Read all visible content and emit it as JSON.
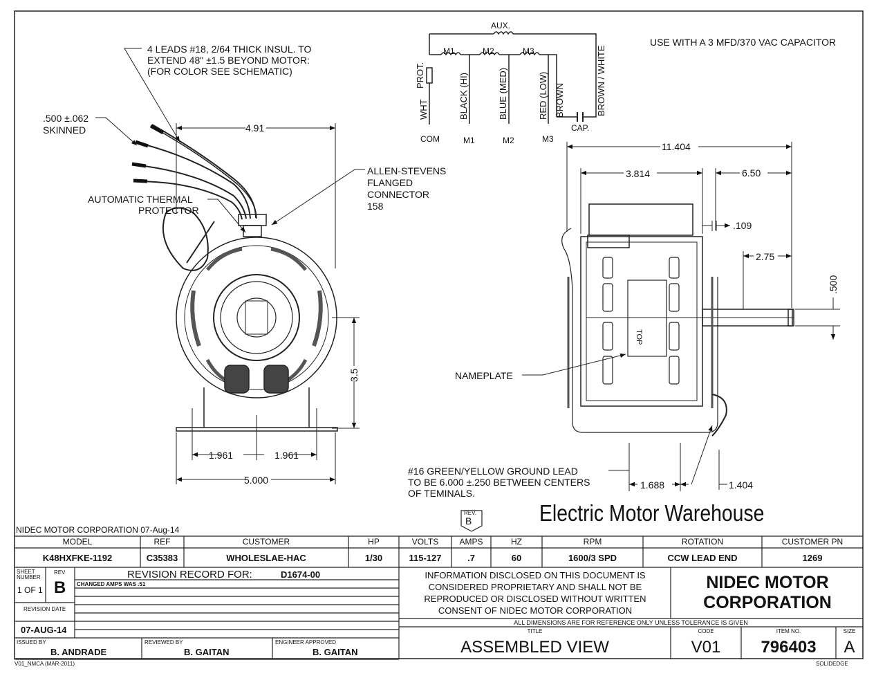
{
  "notes": {
    "leads": [
      "4 LEADS #18, 2/64 THICK INSUL. TO",
      "EXTEND 48\" ±1.5 BEYOND MOTOR:",
      "(FOR COLOR SEE SCHEMATIC)"
    ],
    "skinned": [
      ".500 ±.062",
      "SKINNED"
    ],
    "thermal": [
      "AUTOMATIC THERMAL",
      "PROTECTOR"
    ],
    "connector": [
      "ALLEN-STEVENS",
      "FLANGED",
      "CONNECTOR",
      "158"
    ],
    "capacitor": "USE WITH A 3 MFD/370 VAC CAPACITOR",
    "nameplate": "NAMEPLATE",
    "ground": [
      "#16  GREEN/YELLOW  GROUND  LEAD",
      "TO BE 6.000 ±.250 BETWEEN CENTERS",
      "OF TEMINALS."
    ],
    "top": "TOP"
  },
  "schematic": {
    "aux": "AUX.",
    "m1": "M1",
    "m2": "M2",
    "m3": "M3",
    "prot": "PROT.",
    "wht": "WHT",
    "black": "BLACK (HI)",
    "blue": "BLUE (MED)",
    "red": "RED (LOW)",
    "brown": "BROWN",
    "brown_white": "BROWN / WHITE",
    "cap": "CAP.",
    "com": "COM",
    "t_m1": "M1",
    "t_m2": "M2",
    "t_m3": "M3"
  },
  "dimensions": {
    "d491": "4.91",
    "d35": "3.5",
    "d1961a": "1.961",
    "d1961b": "1.961",
    "d5000": "5.000",
    "d11404": "11.404",
    "d3814": "3.814",
    "d650": "6.50",
    "d109": ".109",
    "d275": "2.75",
    "d500": ".500",
    "d1688": "1.688",
    "d1404": "1.404"
  },
  "brand": "Electric Motor Warehouse",
  "rev_badge": {
    "label": "REV.",
    "value": "B"
  },
  "title_block": {
    "date_line": "NIDEC MOTOR CORPORATION 07-Aug-14",
    "headers": [
      "MODEL",
      "REF",
      "CUSTOMER",
      "HP",
      "VOLTS",
      "AMPS",
      "HZ",
      "RPM",
      "ROTATION",
      "CUSTOMER PN"
    ],
    "values": [
      "K48HXFKE-1192",
      "C35383",
      "WHOLESLAE-HAC",
      "1/30",
      "115-127",
      ".7",
      "60",
      "1600/3 SPD",
      "CCW LEAD END",
      "1269"
    ],
    "sheet_label": "SHEET NUMBER",
    "sheet_value": "1 OF 1",
    "rev_label": "REV",
    "rev_value": "B",
    "revision_record": "REVISION RECORD FOR:",
    "revision_record_no": "D1674-00",
    "change_note": "CHANGED AMPS WAS .51",
    "revision_date_label": "REVISION DATE",
    "revision_date": "07-AUG-14",
    "issued_by_label": "ISSUED BY",
    "issued_by": "B. ANDRADE",
    "reviewed_by_label": "REVIEWED BY",
    "reviewed_by": "B. GAITAN",
    "engineer_label": "ENGINEER APPROVED",
    "engineer": "B. GAITAN",
    "disclaimer": "INFORMATION DISCLOSED ON THIS DOCUMENT IS CONSIDERED PROPRIETARY AND SHALL NOT BE REPRODUCED OR DISCLOSED WITHOUT WRITTEN CONSENT OF NIDEC MOTOR CORPORATION",
    "company": "NIDEC MOTOR CORPORATION",
    "reference_note": "ALL DIMENSIONS ARE FOR REFERENCE ONLY UNLESS TOLERANCE IS GIVEN",
    "title_label": "TITLE",
    "title": "ASSEMBLED VIEW",
    "code_label": "CODE",
    "code": "V01",
    "item_label": "ITEM NO.",
    "item": "796403",
    "size_label": "SIZE",
    "size": "A",
    "footer_left": "V01_NMCA (MAR-2011)",
    "footer_right": "SOLIDEDGE"
  }
}
